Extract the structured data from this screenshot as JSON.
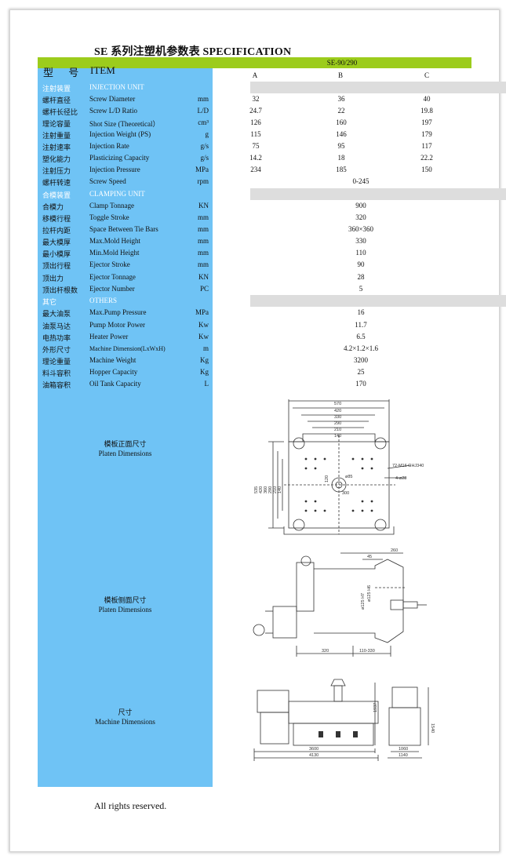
{
  "title": "SE 系列注塑机参数表 SPECIFICATION",
  "header": {
    "model_cn": "型 号",
    "item_label": "ITEM",
    "model_name": "SE-90/290",
    "columns": [
      "A",
      "B",
      "C"
    ]
  },
  "sections": {
    "injection": {
      "cn": "注射装置",
      "en": "INJECTION UNIT"
    },
    "clamping": {
      "cn": "合模装置",
      "en": "CLAMPING UNIT"
    },
    "others": {
      "cn": "其它",
      "en": "OTHERS"
    }
  },
  "injection_rows": [
    {
      "cn": "螺杆直径",
      "en": "Screw Diameter",
      "unit": "mm",
      "a": "32",
      "b": "36",
      "c": "40"
    },
    {
      "cn": "螺杆长径比",
      "en": "Screw L/D Ratio",
      "unit": "L/D",
      "a": "24.7",
      "b": "22",
      "c": "19.8"
    },
    {
      "cn": "理论容量",
      "en": "Shot Size (Theoretical）",
      "unit": "cm³",
      "a": "126",
      "b": "160",
      "c": "197"
    },
    {
      "cn": "注射重量",
      "en": "Injection Weight (PS)",
      "unit": "g",
      "a": "115",
      "b": "146",
      "c": "179"
    },
    {
      "cn": "注射速率",
      "en": "Injection Rate",
      "unit": "g/s",
      "a": "75",
      "b": "95",
      "c": "117"
    },
    {
      "cn": "塑化能力",
      "en": "Plasticizing Capacity",
      "unit": "g/s",
      "a": "14.2",
      "b": "18",
      "c": "22.2"
    },
    {
      "cn": " 注射压力",
      "en": "Injection Pressure",
      "unit": "MPa",
      "a": "234",
      "b": "185",
      "c": "150"
    }
  ],
  "screw_speed": {
    "cn": "螺杆转速",
    "en": "Screw Speed",
    "unit": "rpm",
    "value": "0-245"
  },
  "clamping_rows": [
    {
      "cn": "合模力",
      "en": "Clamp Tonnage",
      "unit": "KN",
      "value": "900"
    },
    {
      "cn": "移模行程",
      "en": "Toggle Stroke",
      "unit": "mm",
      "value": "320"
    },
    {
      "cn": "拉杆内距",
      "en": "Space Between Tie Bars",
      "unit": "mm",
      "value": "360×360"
    },
    {
      "cn": "最大模厚",
      "en": "Max.Mold Height",
      "unit": "mm",
      "value": "330"
    },
    {
      "cn": "最小模厚",
      "en": "Min.Mold Height",
      "unit": "mm",
      "value": "110"
    },
    {
      "cn": "顶出行程",
      "en": "Ejector Stroke",
      "unit": "mm",
      "value": "90"
    },
    {
      "cn": "顶出力",
      "en": "Ejector Tonnage",
      "unit": "KN",
      "value": "28"
    },
    {
      "cn": "顶出杆根数",
      "en": "Ejector Number",
      "unit": "PC",
      "value": "5"
    }
  ],
  "other_rows": [
    {
      "cn": "最大油泵",
      "en": "Max.Pump Pressure",
      "unit": "MPa",
      "value": "16"
    },
    {
      "cn": "油泵马达",
      "en": "Pump Motor Power",
      "unit": "Kw",
      "value": "11.7"
    },
    {
      "cn": "电热功率",
      "en": "Heater Power",
      "unit": "Kw",
      "value": "6.5"
    },
    {
      "cn": "外形尺寸",
      "en": "Machine Dimension(LxWxH)",
      "unit": "m",
      "value": "4.2×1.2×1.6"
    },
    {
      "cn": "理论重量",
      "en": "Machine Weight",
      "unit": "Kg",
      "value": "3200"
    },
    {
      "cn": "料斗容积",
      "en": "Hopper Capacity",
      "unit": "Kg",
      "value": "25"
    },
    {
      "cn": "油箱容积",
      "en": "Oil Tank Capacity",
      "unit": "L",
      "value": "170"
    }
  ],
  "diagrams": {
    "platen_front": {
      "cn": "模板正面尺寸",
      "en": "Platen Dimensions",
      "dims_top": [
        "570",
        "420",
        "330",
        "290",
        "210",
        "140"
      ],
      "dims_left": [
        "535",
        "420",
        "360",
        "290",
        "210",
        "140"
      ],
      "labels": [
        "72-M16 GHJ340",
        "4-ø28",
        "ø85",
        "120",
        "300"
      ]
    },
    "platen_side": {
      "cn": "模板侧面尺寸",
      "en": "Platen Dimensions",
      "labels": [
        "45",
        "260",
        "ø125 H7",
        "ø125 H6",
        "320",
        "110-330"
      ]
    },
    "machine": {
      "cn": "尺寸",
      "en": "Machine Dimensions",
      "labels": [
        "1937",
        "1540",
        "3600",
        "4130",
        "1060",
        "1140"
      ]
    }
  },
  "footer": "All rights reserved.",
  "colors": {
    "item_column": "#6fc3f5",
    "header_band": "#9ccc1c",
    "section_gray": "#dddddd"
  }
}
